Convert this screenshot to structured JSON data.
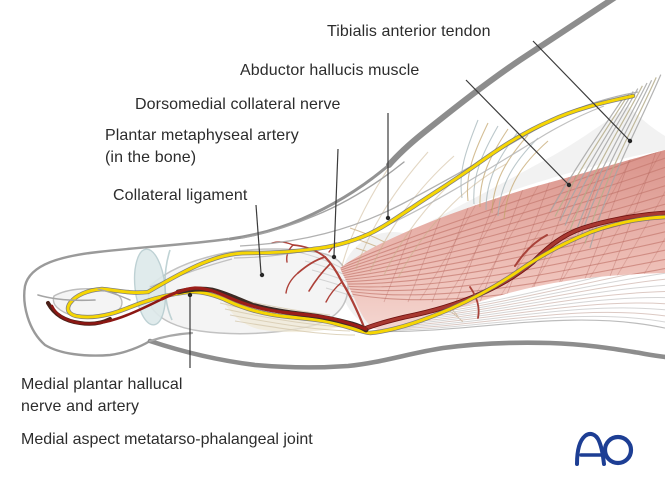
{
  "labels": {
    "tibialis_anterior_tendon": "Tibialis anterior tendon",
    "abductor_hallucis_muscle": "Abductor hallucis muscle",
    "dorsomedial_collateral_nerve": "Dorsomedial collateral nerve",
    "plantar_metaphyseal_artery": "Plantar metaphyseal artery\n(in the bone)",
    "collateral_ligament": "Collateral ligament",
    "medial_plantar_hallucal": "Medial plantar hallucal\nnerve and artery"
  },
  "caption": "Medial aspect metatarso-phalangeal joint",
  "logo": {
    "text": "AO",
    "color": "#1d3e94"
  },
  "colors": {
    "nerve_yellow": "#f6d603",
    "artery_dark_red": "#9b1e19",
    "artery_branch_red": "#ad4038",
    "muscle_pink": "#dd9a91",
    "skin_outline_gray": "#8d8d8d",
    "bone_fill": "#f3f3f3",
    "capsule_blue": "#dde9ea",
    "ligament_tan": "#c9ae82",
    "label_text": "#2c2c2c",
    "leader_line": "#3b3b3b"
  }
}
